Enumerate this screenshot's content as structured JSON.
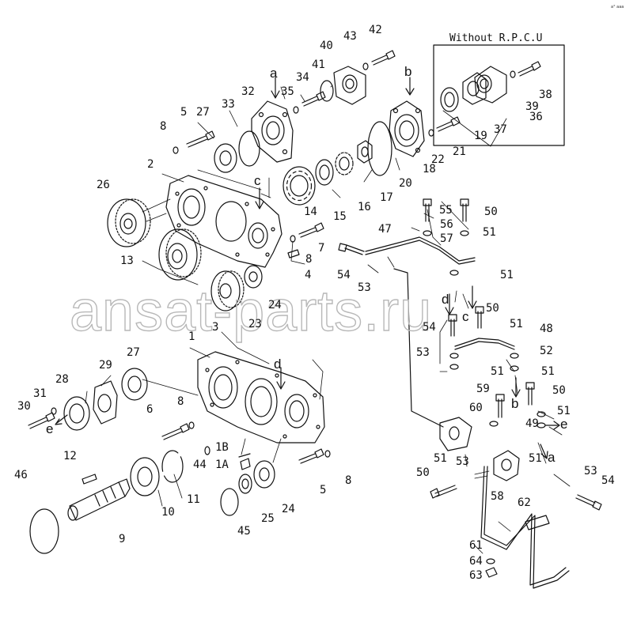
{
  "inset_title": "Without R.P.C.U",
  "watermark": "ansat-parts.ru",
  "corner_mark": "a° aaa",
  "ref_letters": [
    "a",
    "b",
    "c",
    "d",
    "e"
  ],
  "part_labels": [
    "1",
    "1A",
    "1B",
    "2",
    "3",
    "4",
    "5",
    "6",
    "7",
    "8",
    "9",
    "10",
    "11",
    "12",
    "13",
    "14",
    "15",
    "16",
    "17",
    "18",
    "19",
    "20",
    "21",
    "22",
    "23",
    "24",
    "25",
    "26",
    "27",
    "28",
    "29",
    "30",
    "31",
    "32",
    "33",
    "34",
    "35",
    "36",
    "37",
    "38",
    "39",
    "40",
    "41",
    "42",
    "43",
    "44",
    "45",
    "46",
    "47",
    "48",
    "49",
    "50",
    "51",
    "52",
    "53",
    "54",
    "55",
    "56",
    "57",
    "58",
    "59",
    "60",
    "61",
    "62",
    "63",
    "64"
  ]
}
